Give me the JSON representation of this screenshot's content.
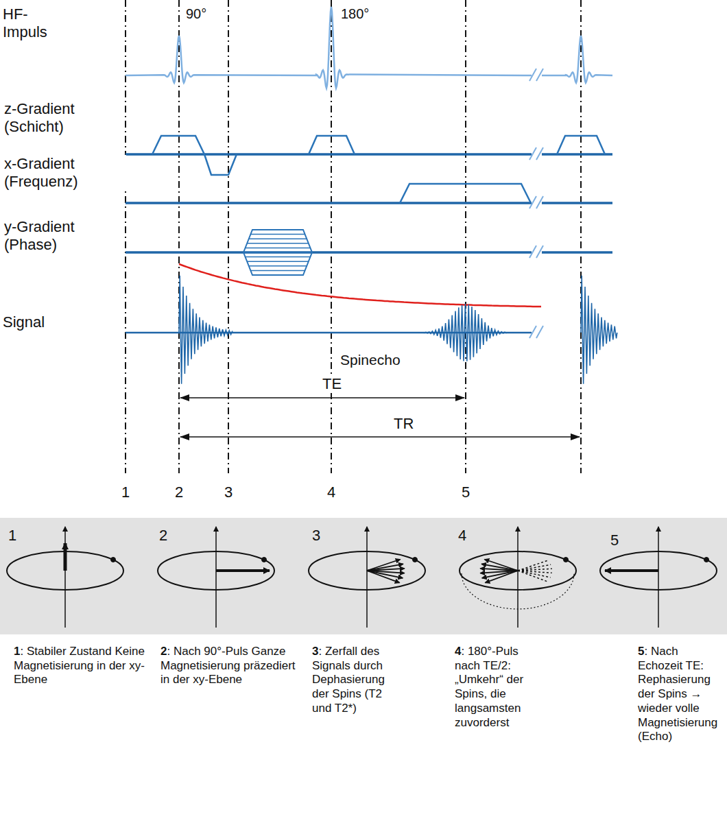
{
  "diagram": {
    "labels": [
      "HF- Impuls",
      "90°",
      "180°",
      "z-Gradient (Schicht)",
      "x-Gradient (Frequenz)",
      "y-Gradient (Phase)",
      "Signal",
      "Spinecho",
      "TE",
      "TR",
      "1",
      "2",
      "3",
      "4",
      "5",
      "1",
      "2",
      "3",
      "4",
      "5",
      "1",
      ": Stabiler Zustand Keine Magnetisierung in der xy-Ebene",
      "2",
      ": Nach 90°-Puls Ganze Magnetisierung präzediert in der xy-Ebene",
      "3",
      ": Zerfall des Signals durch Dephasierung der Spins (T2 und T2*)",
      "4",
      ": 180°-Puls nach TE/2: „Umkehr“ der Spins, die langsamsten zuvorderst",
      "5",
      ": Nach Echozeit TE: Rephasierung der Spins → wieder volle Magnetisierung (Echo)"
    ]
  }
}
